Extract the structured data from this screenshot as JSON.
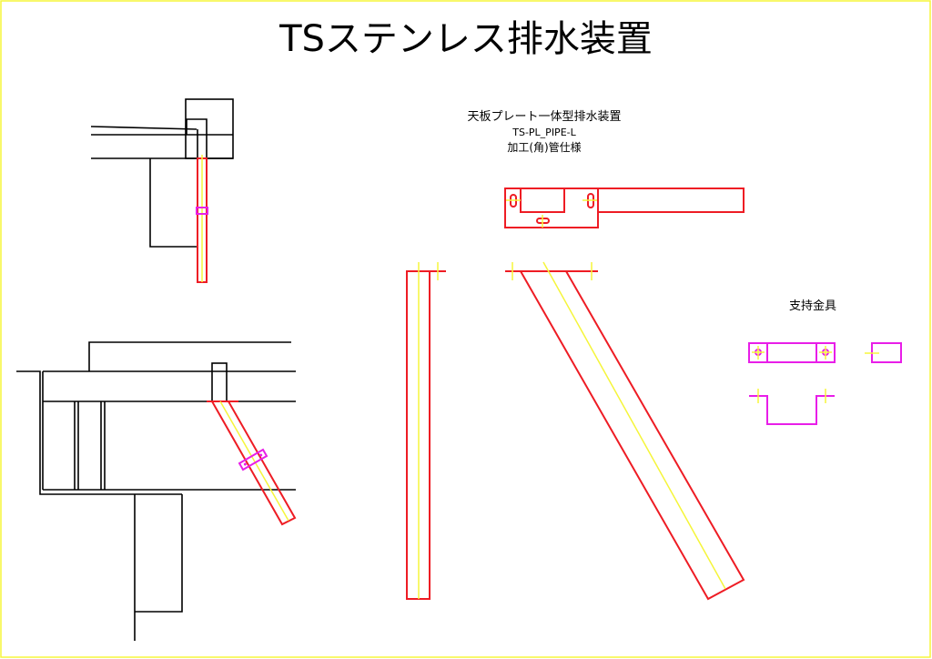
{
  "title": "TSステンレス排水装置",
  "product": {
    "name": "天板プレート一体型排水装置",
    "model": "TS-PL_PIPE-L",
    "spec": "加工(角)管仕様"
  },
  "support": {
    "label": "支持金具"
  },
  "colors": {
    "pipe": "#ee1c24",
    "centerline": "#f5f53a",
    "bracket": "#e81ee8",
    "structure": "#000000",
    "border": "#f5f53a"
  }
}
